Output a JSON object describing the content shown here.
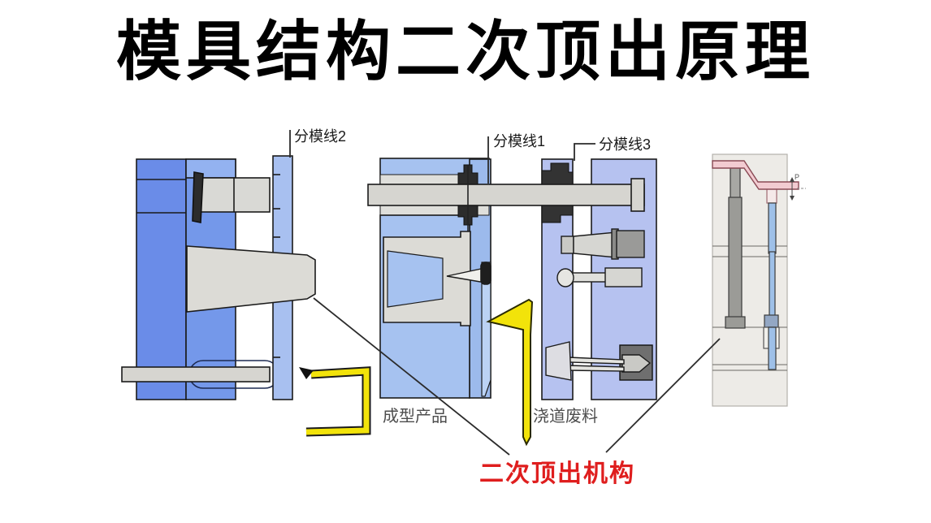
{
  "title": "模具结构二次顶出原理",
  "diagram": {
    "parting_lines": {
      "line2": "分模线2",
      "line1": "分模线1",
      "line3": "分模线3"
    },
    "captions": {
      "molded_product": "成型产品",
      "runner_waste": "浇道废料"
    },
    "highlight": {
      "secondary_ejection_mechanism": "二次顶出机构"
    },
    "detail_view": {
      "dimension_label": "P"
    }
  },
  "colors": {
    "blue_dark": "#6A8CE8",
    "blue_medium": "#7498EA",
    "blue_light": "#A6C2F0",
    "blue_lavender": "#B6C2F0",
    "blue_stripper": "#A8C0F0",
    "gray_bar": "#D6D5D0",
    "gray_part": "#DCDBD6",
    "yellow_arrow": "#F2E30A",
    "red_label": "#DF1E1E",
    "pink_part": "#F2CBD1",
    "pin_blue": "#9EC0E8"
  }
}
